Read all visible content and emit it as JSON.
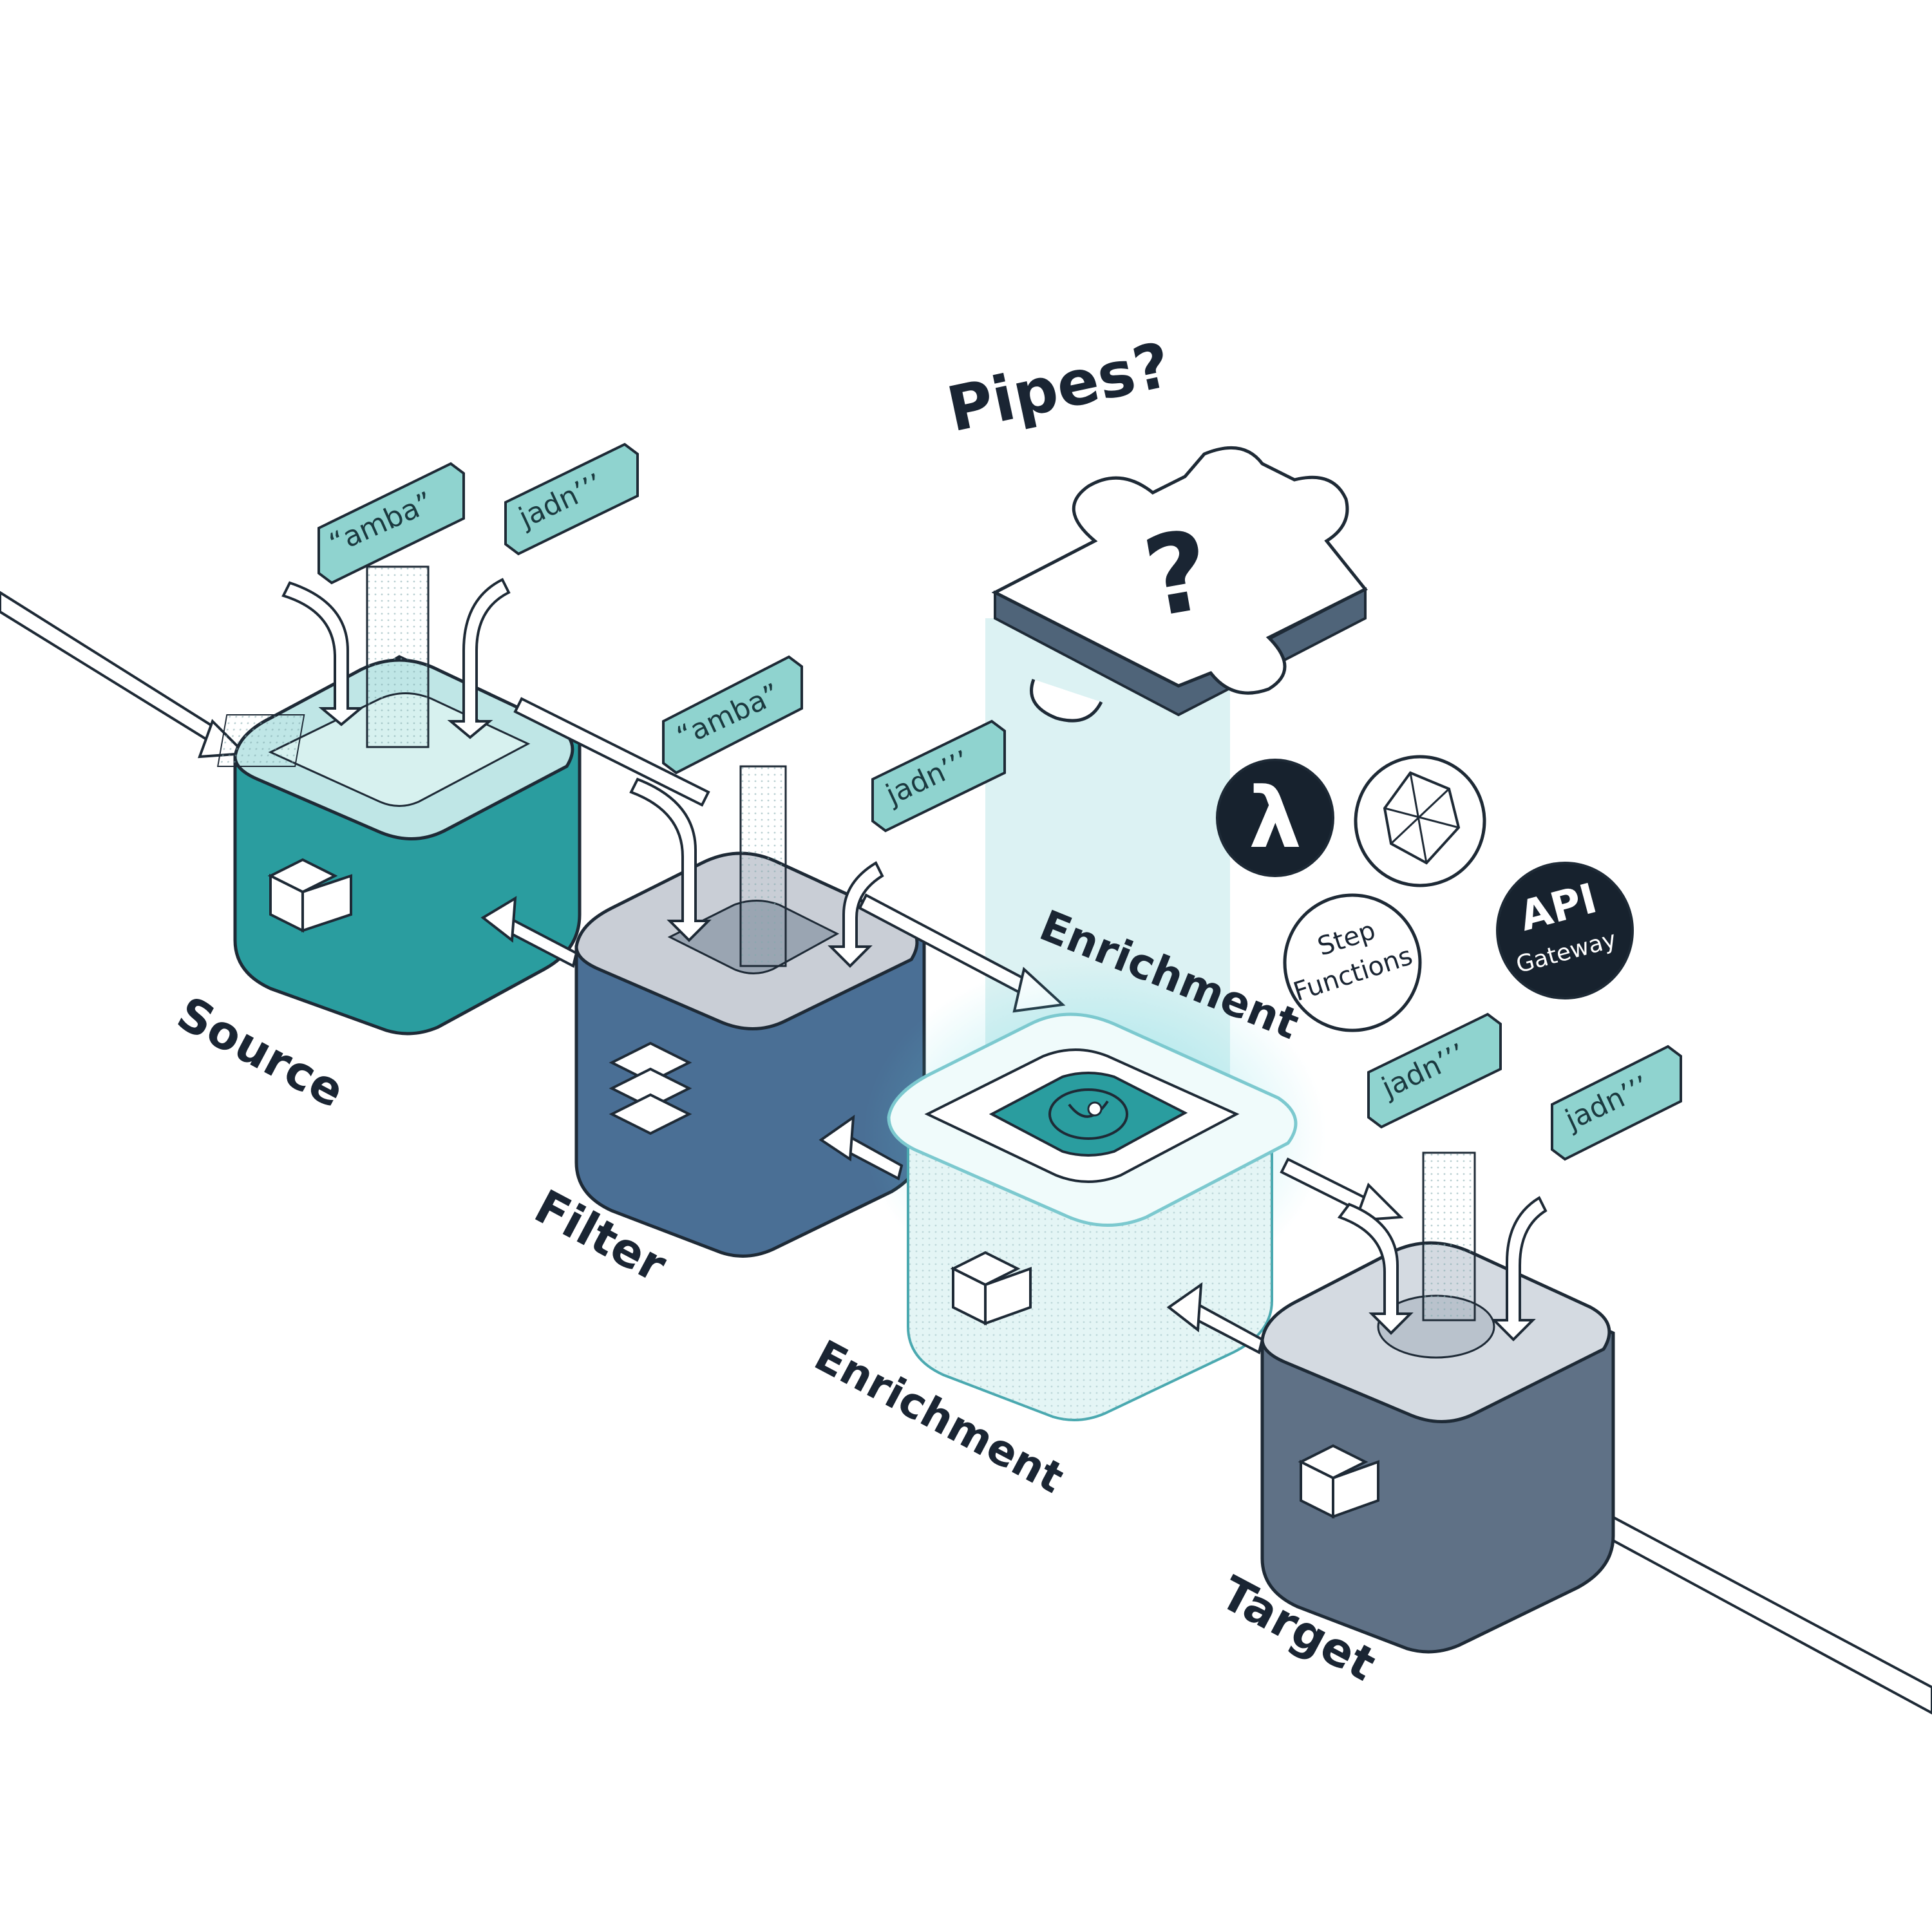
{
  "title": "Pipes?",
  "stages": {
    "source": "Source",
    "filter": "Filter",
    "enrichment_top": "Enrichment",
    "enrichment_bottom": "Enrichment",
    "target": "Target"
  },
  "tags": {
    "source_a": "“amba”",
    "source_b": "jadn’’’",
    "filter_a": "“amba”",
    "filter_b": "jadn’’’",
    "target_a": "jadn’’’",
    "target_b": "jadn’’’"
  },
  "services": {
    "step_line1": "Step",
    "step_line2": "Functions",
    "api_line1": "API",
    "api_line2": "Gateway",
    "lambda_symbol": "λ"
  },
  "puzzle_mark": "?",
  "colors": {
    "source": "#2a9d9f",
    "filter": "#4a6f95",
    "enrichment": "#d9f2f2",
    "target": "#5f7186",
    "tag": "#8fd3cf",
    "outline": "#1e2a36"
  }
}
